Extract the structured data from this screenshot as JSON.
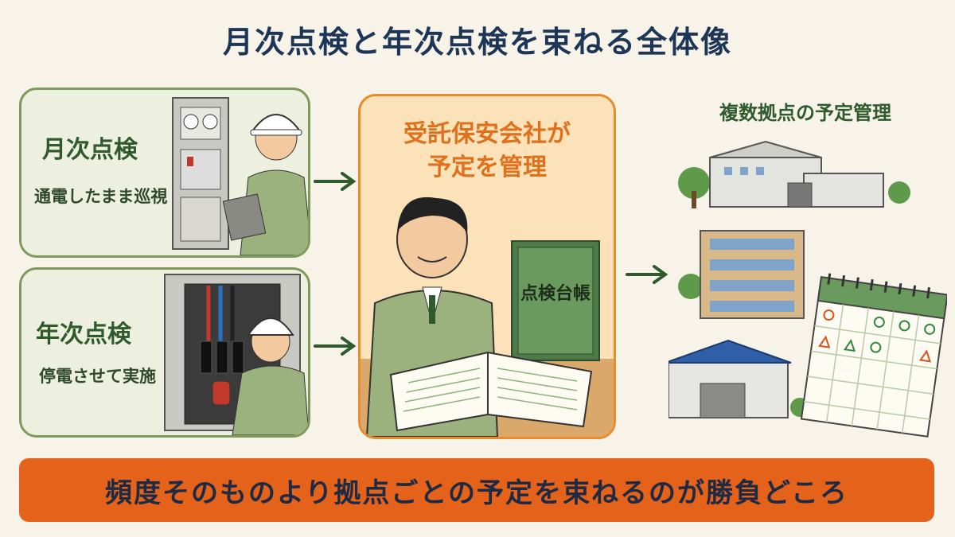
{
  "title": "月次点検と年次点検を束ねる全体像",
  "monthly": {
    "title": "月次点検",
    "subtitle": "通電したまま巡視"
  },
  "annual": {
    "title": "年次点検",
    "subtitle": "停電させて実施"
  },
  "center": {
    "line1": "受託保安会社が",
    "line2": "予定を管理",
    "ledger_label": "点検台帳"
  },
  "right": {
    "title": "複数拠点の予定管理"
  },
  "banner": "頻度そのものより拠点ごとの予定を束ねるのが勝負どころ",
  "colors": {
    "navy": "#1d3557",
    "green": "#2f5a2c",
    "orange": "#e5621b",
    "card_border": "#7d9a5c",
    "center_border": "#e98b2a"
  }
}
